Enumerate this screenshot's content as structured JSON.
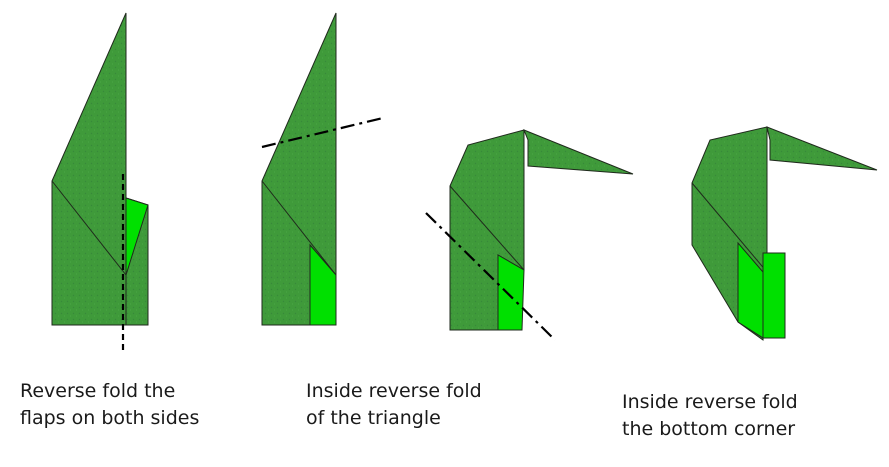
{
  "colors": {
    "paper_outer": "#3f9a3a",
    "paper_inner": "#00e000",
    "outline": "#1f2a1c",
    "fold_line": "#000000",
    "text": "#1a1a1a"
  },
  "steps": [
    {
      "caption_line_1": "Reverse fold the",
      "caption_line_2": "flaps on both sides",
      "fold_line_style": "dashed"
    },
    {
      "caption_line_1": "Inside reverse fold",
      "caption_line_2": "of the triangle",
      "fold_line_style": "dash-dot"
    },
    {
      "caption_line_1": "",
      "caption_line_2": "",
      "fold_line_style": "dash-dot"
    },
    {
      "caption_line_1": "Inside reverse fold",
      "caption_line_2": "the bottom corner",
      "fold_line_style": "none"
    }
  ]
}
